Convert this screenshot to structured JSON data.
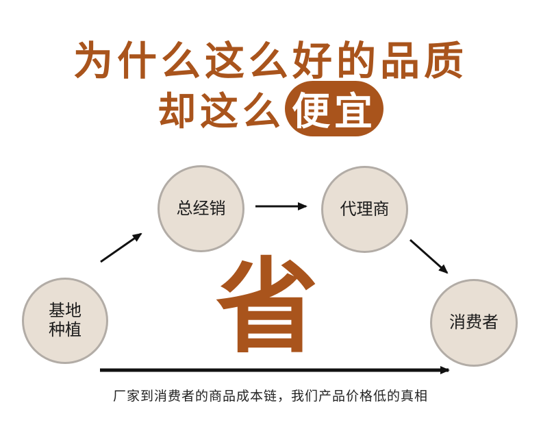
{
  "headline": {
    "line1": "为什么这么好的品质",
    "line2_plain": "却这么",
    "line2_highlight": "便宜"
  },
  "nodes": {
    "base": "基地\n种植",
    "distributor": "总经销",
    "agent": "代理商",
    "consumer": "消费者"
  },
  "center_char": "省",
  "caption": "厂家到消费者的商品成本链，我们产品价格低的真相",
  "colors": {
    "accent": "#a9541c",
    "circle_fill": "#e8dfd4",
    "circle_border": "#b2aca6",
    "arrow": "#111111"
  }
}
